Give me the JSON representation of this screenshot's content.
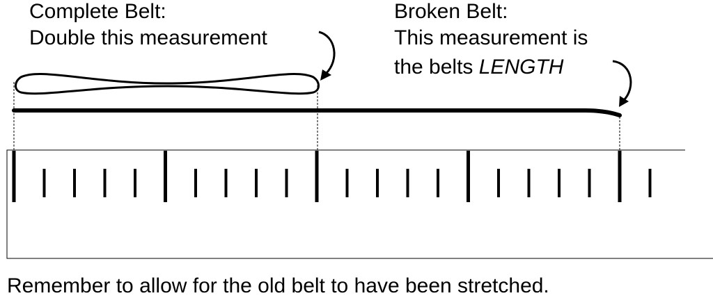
{
  "complete_belt": {
    "title": "Complete Belt:",
    "instruction": "Double this measurement"
  },
  "broken_belt": {
    "title": "Broken Belt:",
    "instruction_line1": "This measurement is",
    "instruction_line2_prefix": "the belts ",
    "instruction_line2_emphasis": "LENGTH"
  },
  "ruler": {
    "minor_ticks_between_major": 4,
    "major_tick_count": 5,
    "total_ticks": 22
  },
  "footer": {
    "note": "Remember to allow for the old belt to have been stretched."
  },
  "colors": {
    "ink": "#000000",
    "background": "#ffffff"
  }
}
